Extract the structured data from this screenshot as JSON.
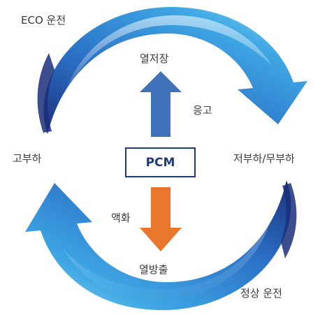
{
  "labels": {
    "eco_operation": "ECO 운전",
    "heat_storage": "열저장",
    "solidification": "응고",
    "high_load": "고부하",
    "low_no_load": "저부하/무부하",
    "liquefaction": "액화",
    "heat_release": "열방출",
    "normal_operation": "정상 운전"
  },
  "center": {
    "label": "PCM"
  },
  "colors": {
    "cycle_light": "#7fd3f0",
    "cycle_mid": "#2f8fd6",
    "cycle_dark": "#1b2f7a",
    "arrow_up": "#3f72b8",
    "arrow_down": "#e8762d",
    "box_border": "#1f3a7a"
  },
  "icons": [
    "cycle-arrow-top",
    "cycle-arrow-bottom",
    "up-arrow",
    "down-arrow"
  ]
}
